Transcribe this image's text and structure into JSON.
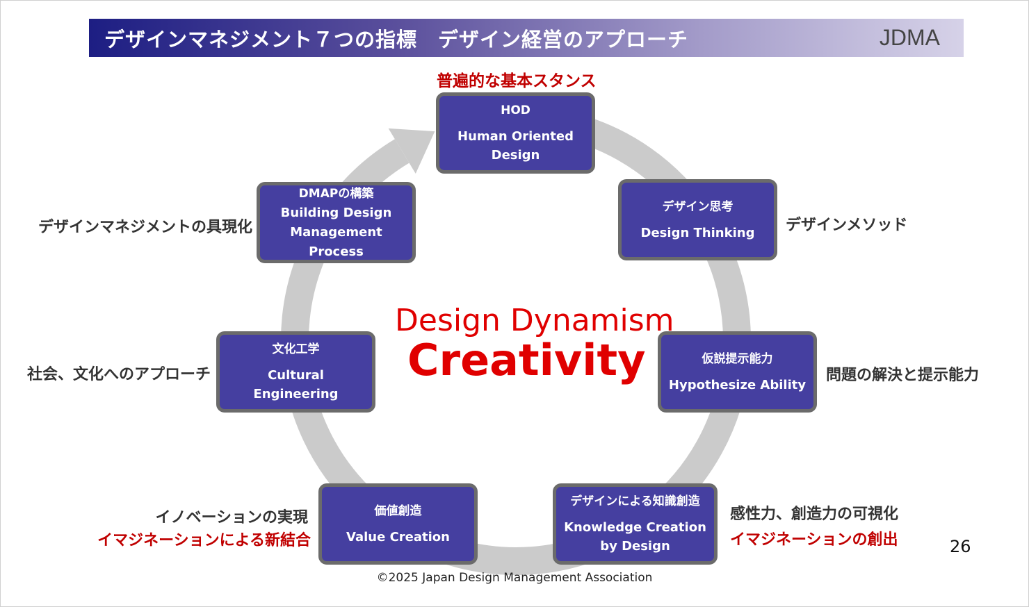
{
  "header": {
    "title": "デザインマネジメント７つの指標　デザイン経営のアプローチ",
    "logo": "JDMA"
  },
  "top_label": "普遍的な基本スタンス",
  "center": {
    "line1": "Design Dynamism",
    "line2": "Creativity"
  },
  "boxes": [
    {
      "jp": "HOD",
      "en1": "Human Oriented",
      "en2": "Design"
    },
    {
      "jp": "デザイン思考",
      "en1": "Design Thinking"
    },
    {
      "jp": "仮説提示能力",
      "en1": "Hypothesize Ability"
    },
    {
      "jp": "デザインによる知識創造",
      "en1": "Knowledge Creation",
      "en2": "by Design"
    },
    {
      "jp": "価値創造",
      "en1": "Value Creation"
    },
    {
      "jp": "文化工学",
      "en1": "Cultural",
      "en2": "Engineering"
    },
    {
      "jp": "DMAPの構築",
      "en1": "Building Design",
      "en2": "Management",
      "en3": "Process"
    }
  ],
  "side_labels": {
    "design_thinking": "デザインメソッド",
    "hypothesize": "問題の解決と提示能力",
    "knowledge_1": "感性力、創造力の可視化",
    "knowledge_2": "イマジネーションの創出",
    "value_1": "イノベーションの実現",
    "value_2": "イマジネーションによる新結合",
    "cultural": "社会、文化へのアプローチ",
    "dmap": "デザインマネジメントの具現化"
  },
  "footer": "©2025 Japan Design Management Association",
  "page_number": "26"
}
